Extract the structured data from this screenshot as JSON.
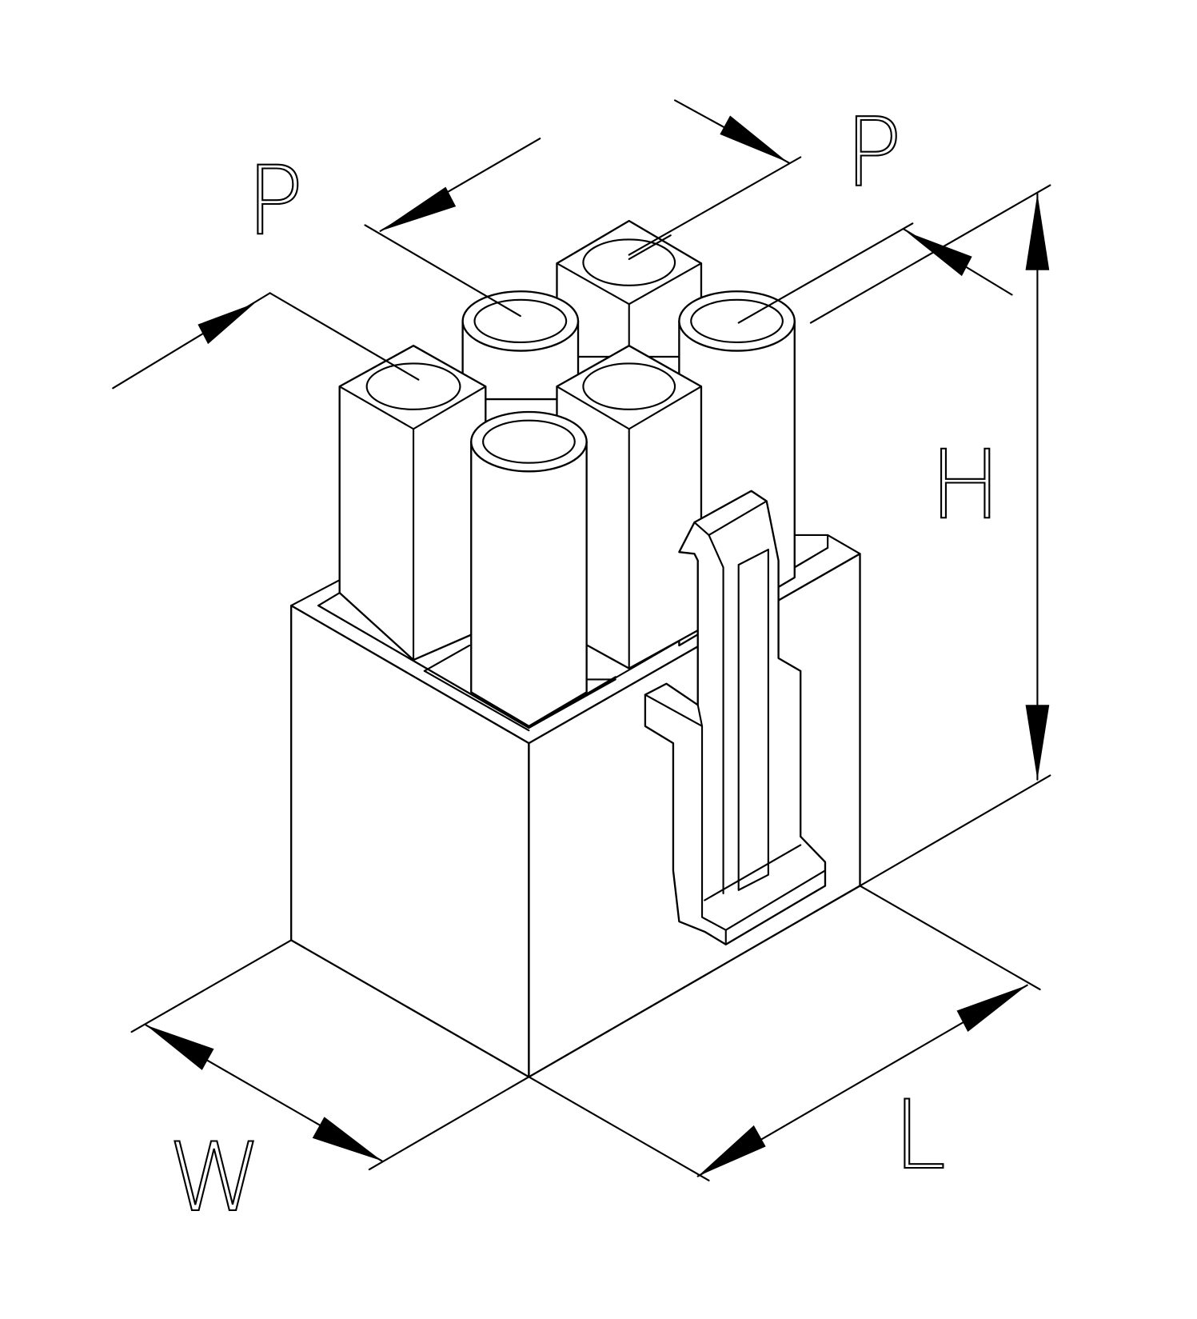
{
  "diagram": {
    "type": "isometric connector housing dimension drawing",
    "labels": {
      "pitch_left": "P",
      "pitch_right": "P",
      "height": "H",
      "width": "W",
      "length": "L"
    },
    "colors": {
      "line": "#000000",
      "background": "#ffffff"
    }
  }
}
